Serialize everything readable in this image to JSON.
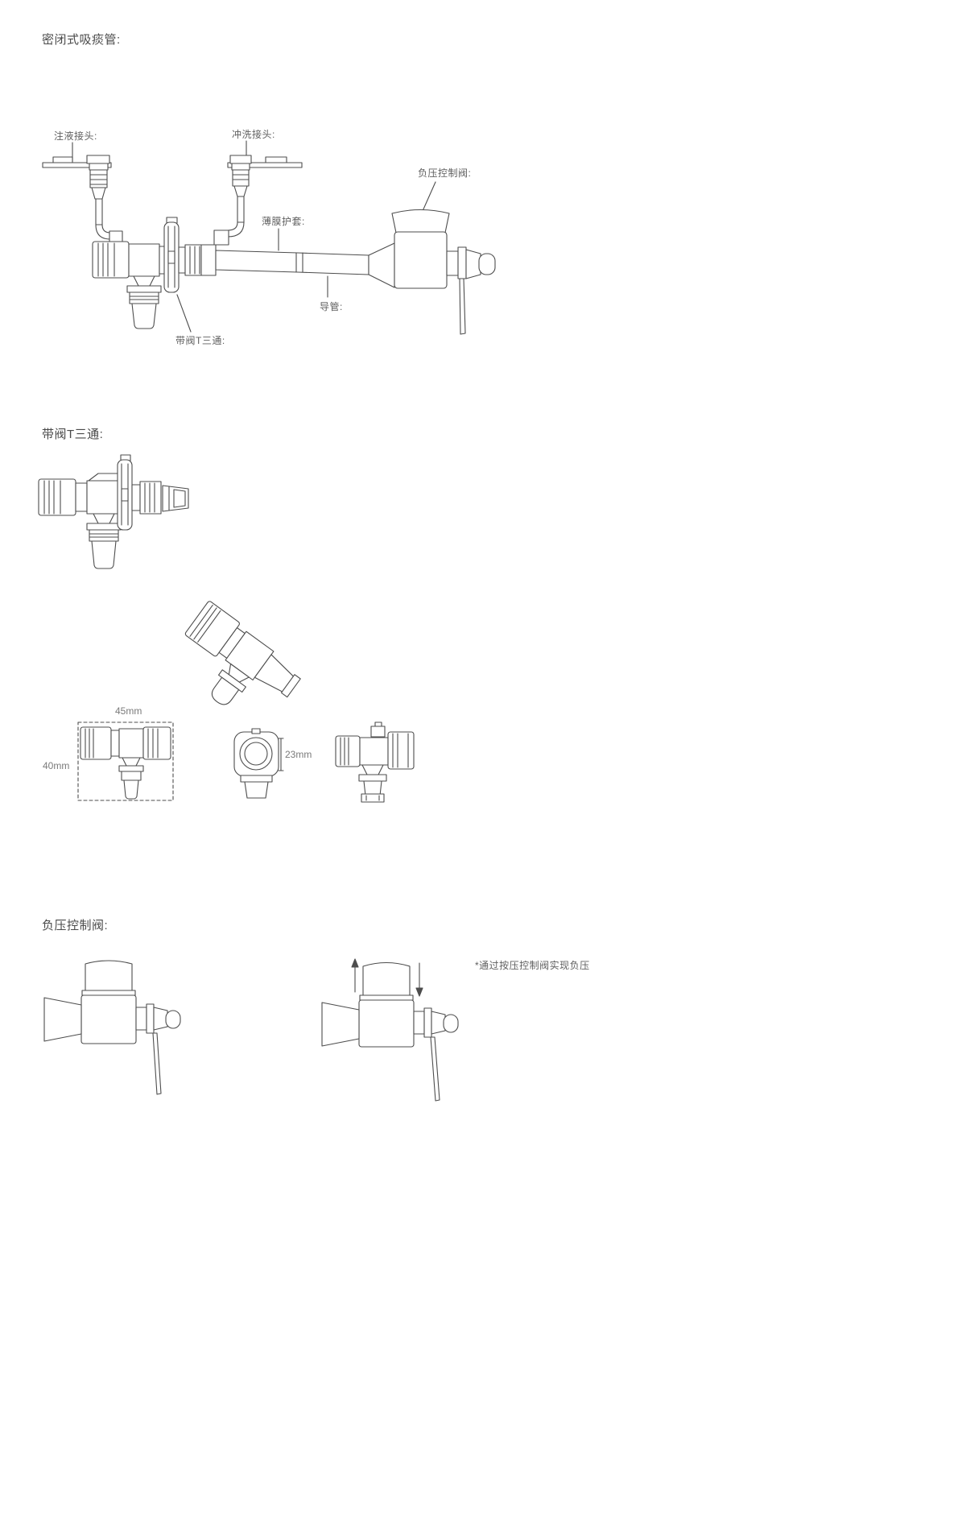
{
  "colors": {
    "line": "#4d4d4d",
    "text": "#5f5f5f",
    "dim_text": "#7a7a7a",
    "background": "#ffffff"
  },
  "title": "密闭式吸痰管:",
  "main_diagram": {
    "labels": {
      "injection_port": "注液接头:",
      "flush_port": "冲洗接头:",
      "negative_pressure_valve": "负压控制阀:",
      "membrane_sheath": "薄膜护套:",
      "catheter": "导管:",
      "valved_tee": "带阀T三通:"
    }
  },
  "tee_section": {
    "heading": "带阀T三通:",
    "dimensions": {
      "width": "45mm",
      "height": "40mm",
      "diameter": "23mm"
    }
  },
  "valve_section": {
    "heading": "负压控制阀:",
    "note": "*通过按压控制阀实现负压"
  }
}
